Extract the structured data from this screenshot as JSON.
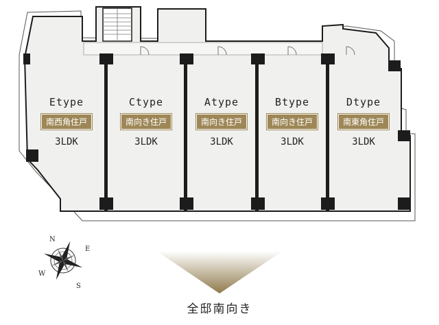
{
  "units": [
    {
      "type": "Etype",
      "orientation": "南西角住戸",
      "layout": "3LDK"
    },
    {
      "type": "Ctype",
      "orientation": "南向き住戸",
      "layout": "3LDK"
    },
    {
      "type": "Atype",
      "orientation": "南向き住戸",
      "layout": "3LDK"
    },
    {
      "type": "Btype",
      "orientation": "南向き住戸",
      "layout": "3LDK"
    },
    {
      "type": "Dtype",
      "orientation": "南東角住戸",
      "layout": "3LDK"
    }
  ],
  "compass": {
    "north": "N",
    "east": "E",
    "south": "S",
    "west": "W"
  },
  "caption": "全邸南向き",
  "colors": {
    "floor": "#f0f0ee",
    "wall": "#1c1c1c",
    "accent": "#9e8757"
  }
}
